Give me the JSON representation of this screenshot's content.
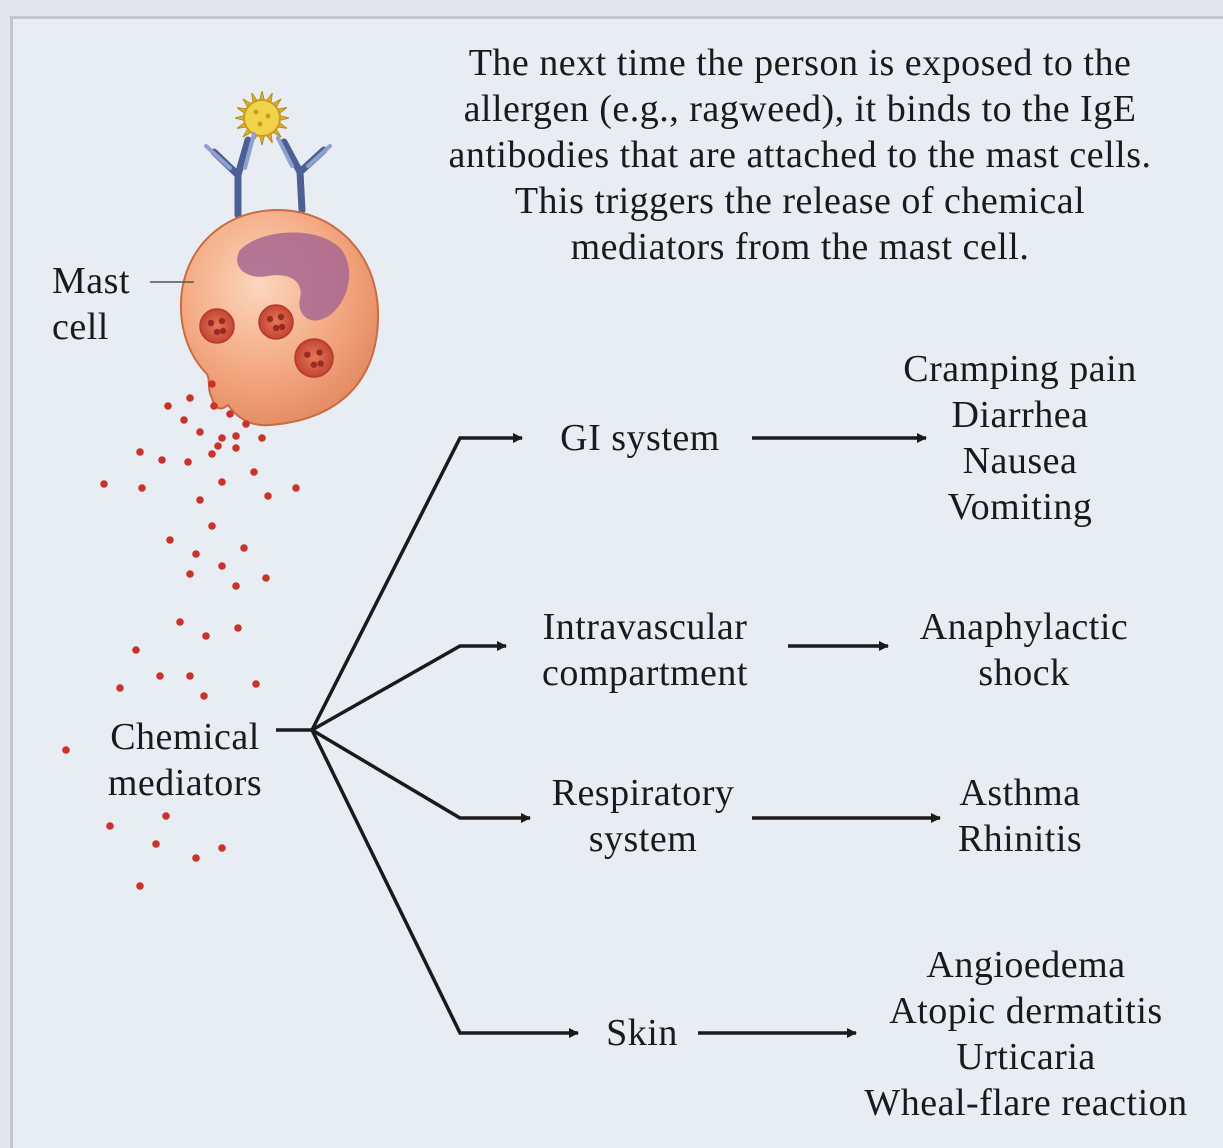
{
  "intro": {
    "lines": [
      "The next time the person is exposed to the",
      "allergen (e.g., ragweed), it binds to the IgE",
      "antibodies that are attached to the mast cells.",
      "This triggers the release of chemical",
      "mediators from the mast cell."
    ]
  },
  "cell_label": {
    "line1": "Mast",
    "line2": "cell"
  },
  "source_label": {
    "line1": "Chemical",
    "line2": "mediators"
  },
  "branches": [
    {
      "system": [
        "GI system"
      ],
      "effects": [
        "Cramping pain",
        "Diarrhea",
        "Nausea",
        "Vomiting"
      ]
    },
    {
      "system": [
        "Intravascular",
        "compartment"
      ],
      "effects": [
        "Anaphylactic",
        "shock"
      ]
    },
    {
      "system": [
        "Respiratory",
        "system"
      ],
      "effects": [
        "Asthma",
        "Rhinitis"
      ]
    },
    {
      "system": [
        "Skin"
      ],
      "effects": [
        "Angioedema",
        "Atopic dermatitis",
        "Urticaria",
        "Wheal-flare reaction"
      ]
    }
  ],
  "colors": {
    "background": "#e8edf4",
    "cell": "#f2a57f",
    "nucleus": "#a0688c",
    "granule": "#c8342c",
    "antibody": "#5a6ea8",
    "allergen": "#e9c93a",
    "arrow": "#1a1a1a"
  }
}
